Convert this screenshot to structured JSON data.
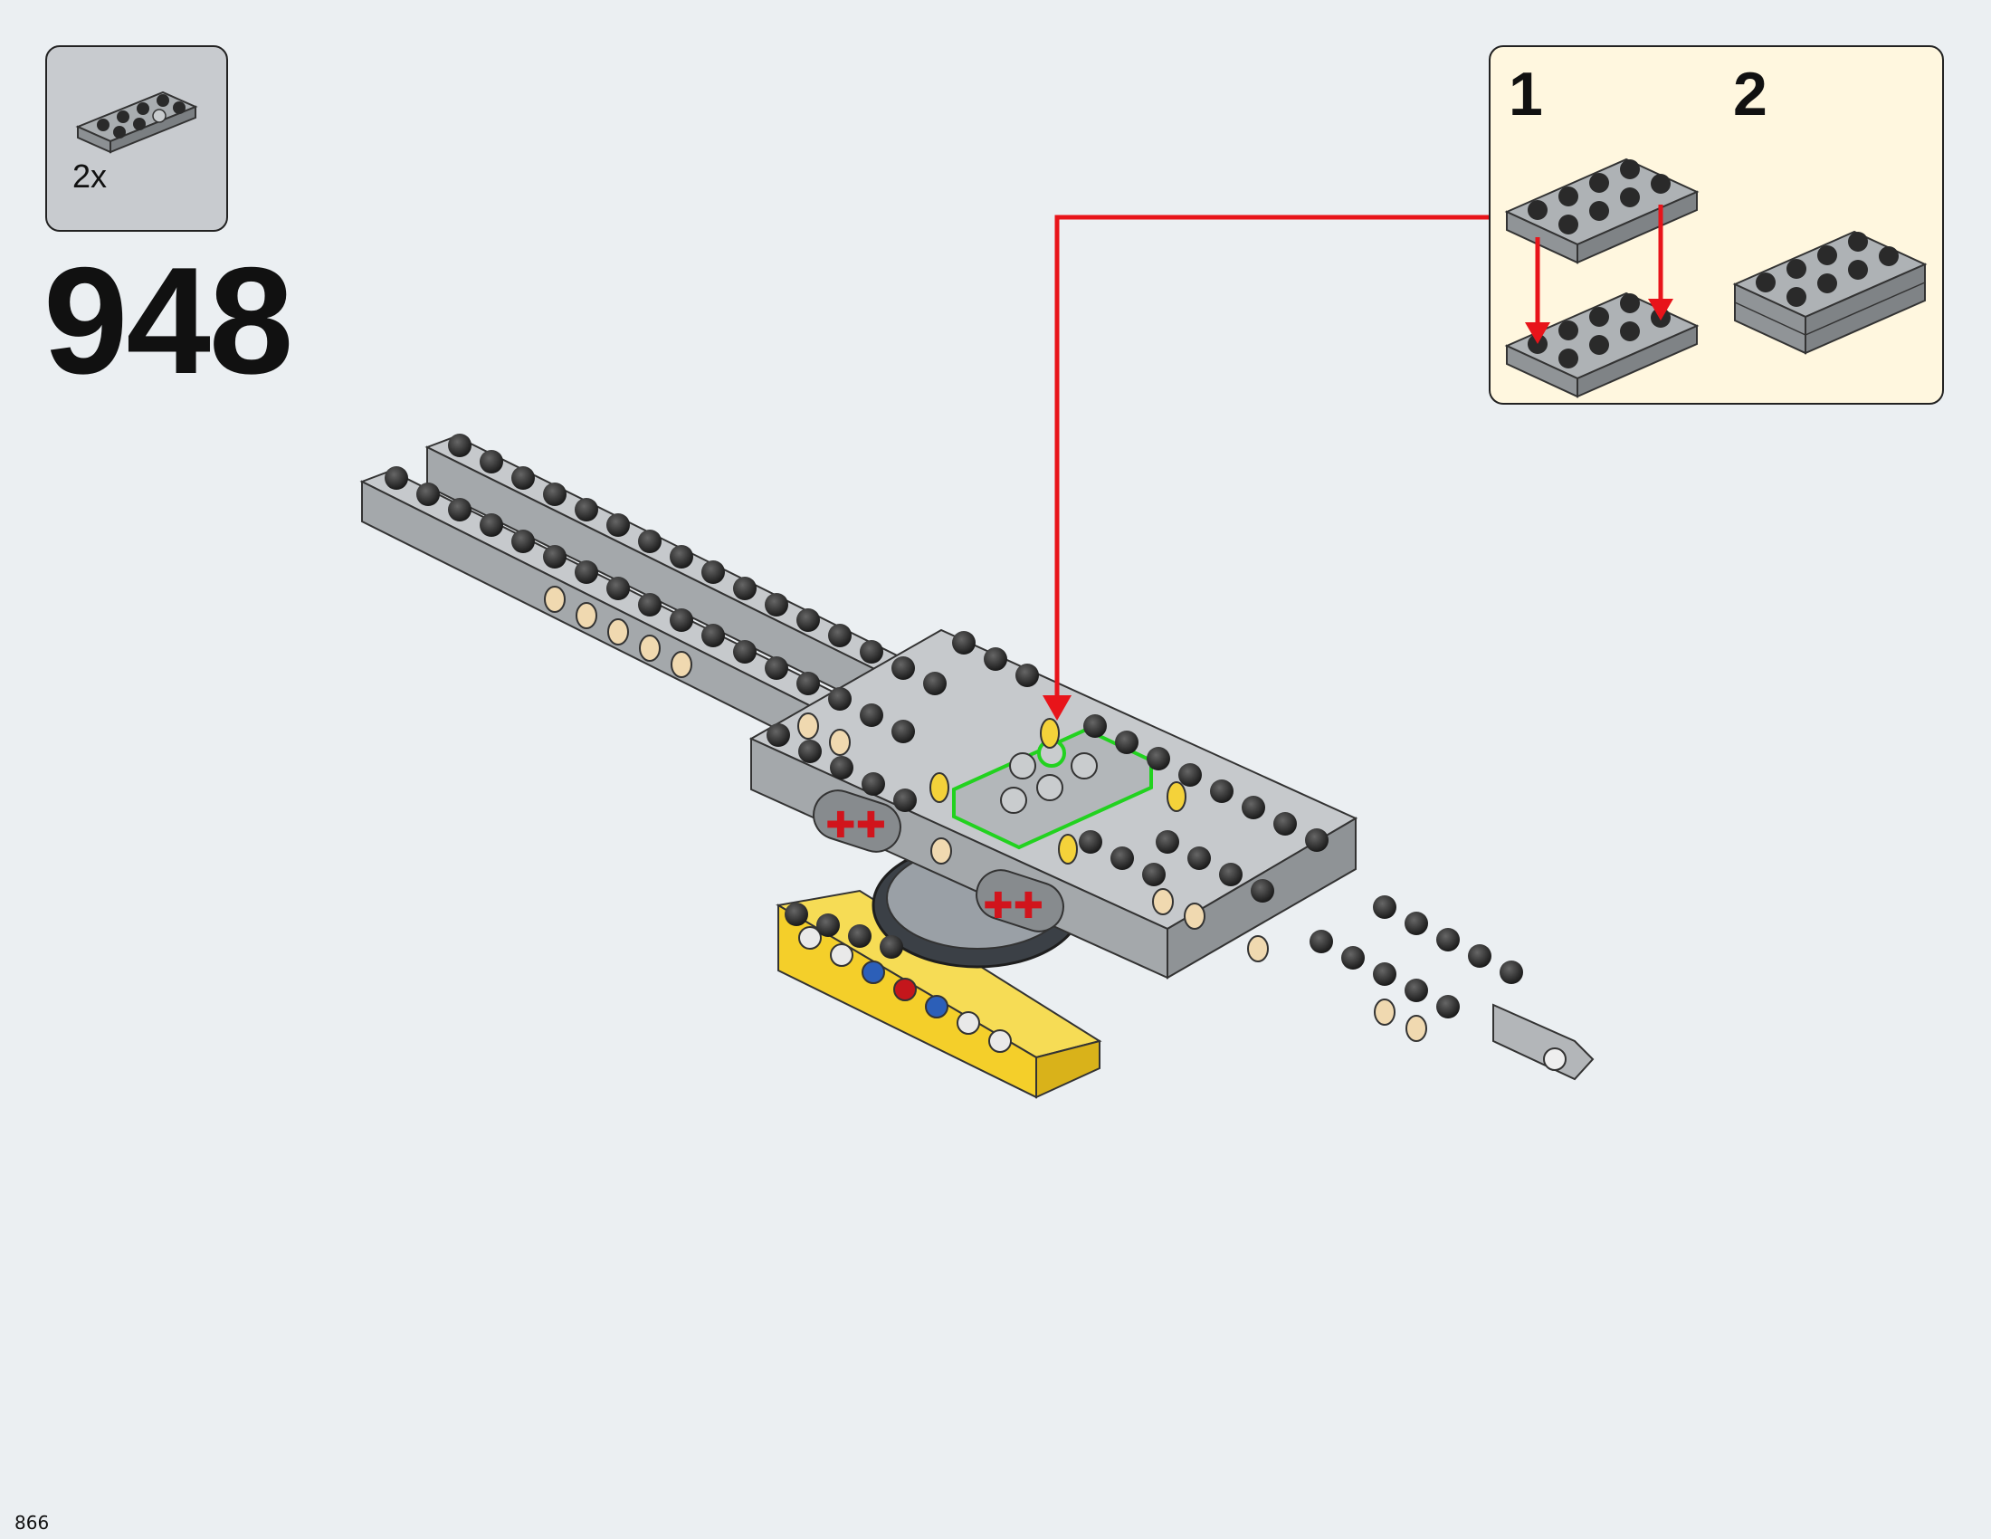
{
  "parts_list": {
    "quantity": "2x",
    "part_icon": "plate-2x4-light-gray-icon"
  },
  "step": {
    "number": "948"
  },
  "sub_assembly": {
    "steps": [
      {
        "number": "1"
      },
      {
        "number": "2"
      }
    ]
  },
  "page": {
    "number": "866"
  },
  "colors": {
    "background": "#ebeff2",
    "callout_background": "#fff7df",
    "arrow": "#e8141a",
    "highlight": "#22d21f",
    "beam_gray": "#a7abae",
    "stud_black": "#2a2a2a",
    "yellow": "#f4cf2a"
  }
}
